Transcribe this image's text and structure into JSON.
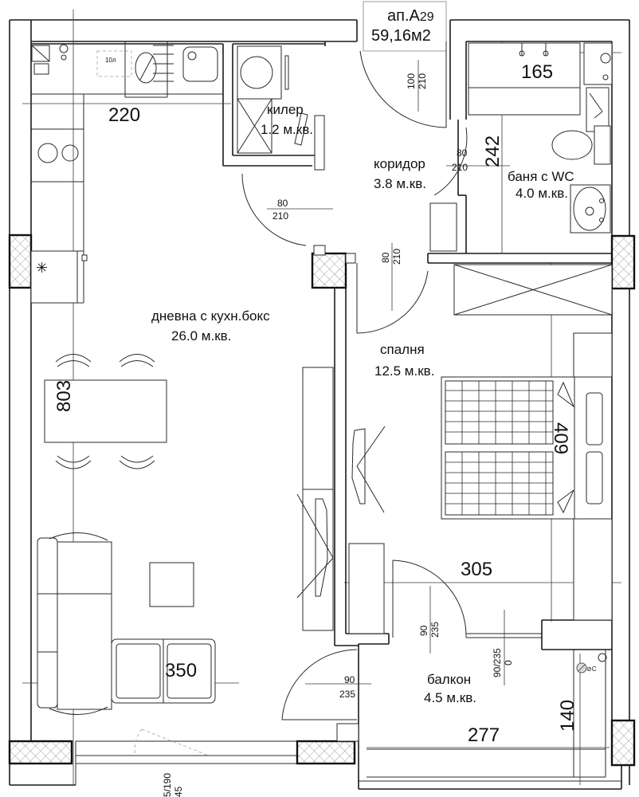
{
  "apartment": {
    "label": "ап.А",
    "number": "29",
    "area": "59,16м2"
  },
  "rooms": [
    {
      "id": "kiler",
      "name": "килер",
      "area": "1.2 м.кв."
    },
    {
      "id": "koridor",
      "name": "коридор",
      "area": "3.8 м.кв."
    },
    {
      "id": "banya",
      "name": "баня с WC",
      "area": "4.0 м.кв."
    },
    {
      "id": "dnevna",
      "name": "дневна с кухн.бокс",
      "area": "26.0 м.кв."
    },
    {
      "id": "spalnya",
      "name": "спалня",
      "area": "12.5 м.кв."
    },
    {
      "id": "balkon",
      "name": "балкон",
      "area": "4.5 м.кв."
    }
  ],
  "dimensions": {
    "kitchen_width": "220",
    "bath_top": "165",
    "corridor_height": "242",
    "living_length": "803",
    "bedroom_length": "409",
    "bedroom_width": "305",
    "living_width": "350",
    "balcony_width": "277",
    "balcony_depth": "140"
  },
  "doors": {
    "entrance": {
      "w": "100",
      "h": "210"
    },
    "kiler": {
      "w": "80",
      "h": "210"
    },
    "bath": {
      "w": "80",
      "h": "210"
    },
    "living": {
      "w": "80",
      "h": "210"
    },
    "bedroom": {
      "w": "80",
      "h": "210"
    },
    "bedroom_balcony": {
      "w": "90",
      "h": "235"
    },
    "living_balcony": {
      "w": "90",
      "h": "235"
    },
    "balcony_window": {
      "w": "90/235",
      "h": "0"
    },
    "living_window": {
      "w": "5/190",
      "h": "45"
    }
  },
  "fixtures": {
    "fridge_label": "10л",
    "radiator_label": "⊘С"
  }
}
